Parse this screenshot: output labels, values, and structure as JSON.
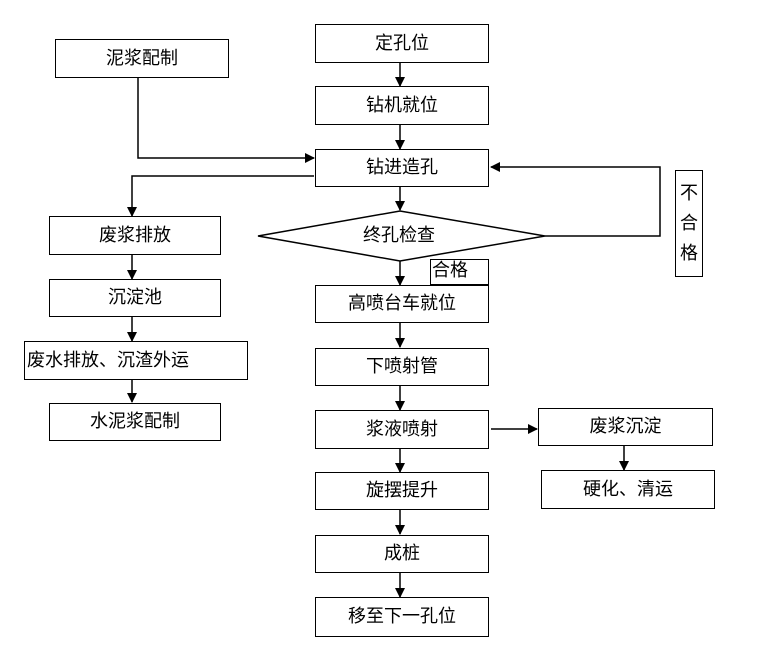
{
  "nodes": {
    "mud_prep": "泥浆配制",
    "locate_hole": "定孔位",
    "rig_position": "钻机就位",
    "drill_hole": "钻进造孔",
    "final_check": "终孔检查",
    "fail_label": [
      "不",
      "合",
      "格"
    ],
    "pass_label": "合格",
    "jet_rig_position": "高喷台车就位",
    "lower_pipe": "下喷射管",
    "slurry_jet": "浆液喷射",
    "rotate_lift": "旋摆提升",
    "form_pile": "成桩",
    "next_hole": "移至下一孔位",
    "waste_discharge": "废浆排放",
    "settling_tank": "沉淀池",
    "waste_water_slag": "废水排放、沉渣外运",
    "cement_prep": "水泥浆配制",
    "waste_settle": "废浆沉淀",
    "harden_clear": "硬化、清运"
  }
}
